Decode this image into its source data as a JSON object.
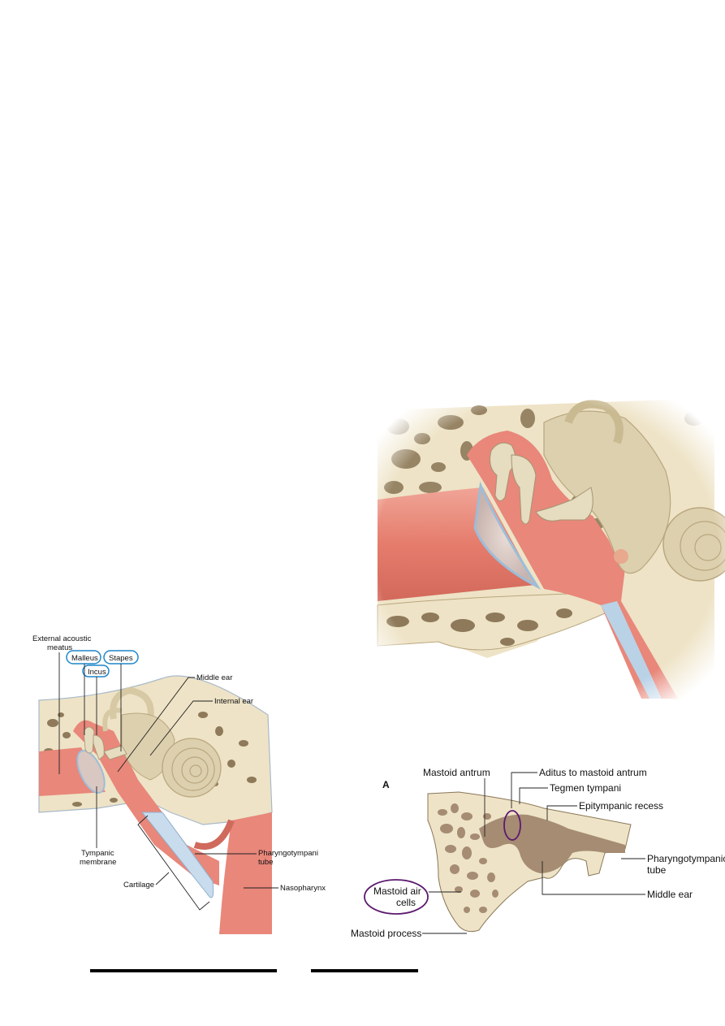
{
  "left_figure": {
    "labels": {
      "external_acoustic_meatus_1": "External acoustic",
      "external_acoustic_meatus_2": "meatus",
      "malleus": "Malleus",
      "incus": "Incus",
      "stapes": "Stapes",
      "middle_ear": "Middle ear",
      "internal_ear": "Internal ear",
      "tympanic_membrane_1": "Tympanic",
      "tympanic_membrane_2": "membrane",
      "pharyngotympanic_tube_1": "Pharyngotympani",
      "pharyngotympanic_tube_2": "tube",
      "cartilage": "Cartilage",
      "nasopharynx": "Nasopharynx"
    }
  },
  "bottom_right_figure": {
    "panel_letter": "A",
    "labels": {
      "mastoid_antrum": "Mastoid antrum",
      "aditus": "Aditus to mastoid antrum",
      "tegmen_tympani": "Tegmen tympani",
      "epitympanic_recess": "Epitympanic recess",
      "pharyngotympanic_tube_1": "Pharyngotympanic",
      "pharyngotympanic_tube_2": "tube",
      "mastoid_air_cells_1": "Mastoid air",
      "mastoid_air_cells_2": "cells",
      "middle_ear": "Middle ear",
      "mastoid_process": "Mastoid process"
    }
  },
  "colors": {
    "bone": "#eee3c6",
    "bone_outline": "#b9a77f",
    "cavity_red": "#e8877a",
    "membrane_blue": "#b9d2e6",
    "callout_blue": "#1f86c9",
    "callout_purple": "#5c1a6e",
    "cavity_brown": "#a58c72"
  }
}
